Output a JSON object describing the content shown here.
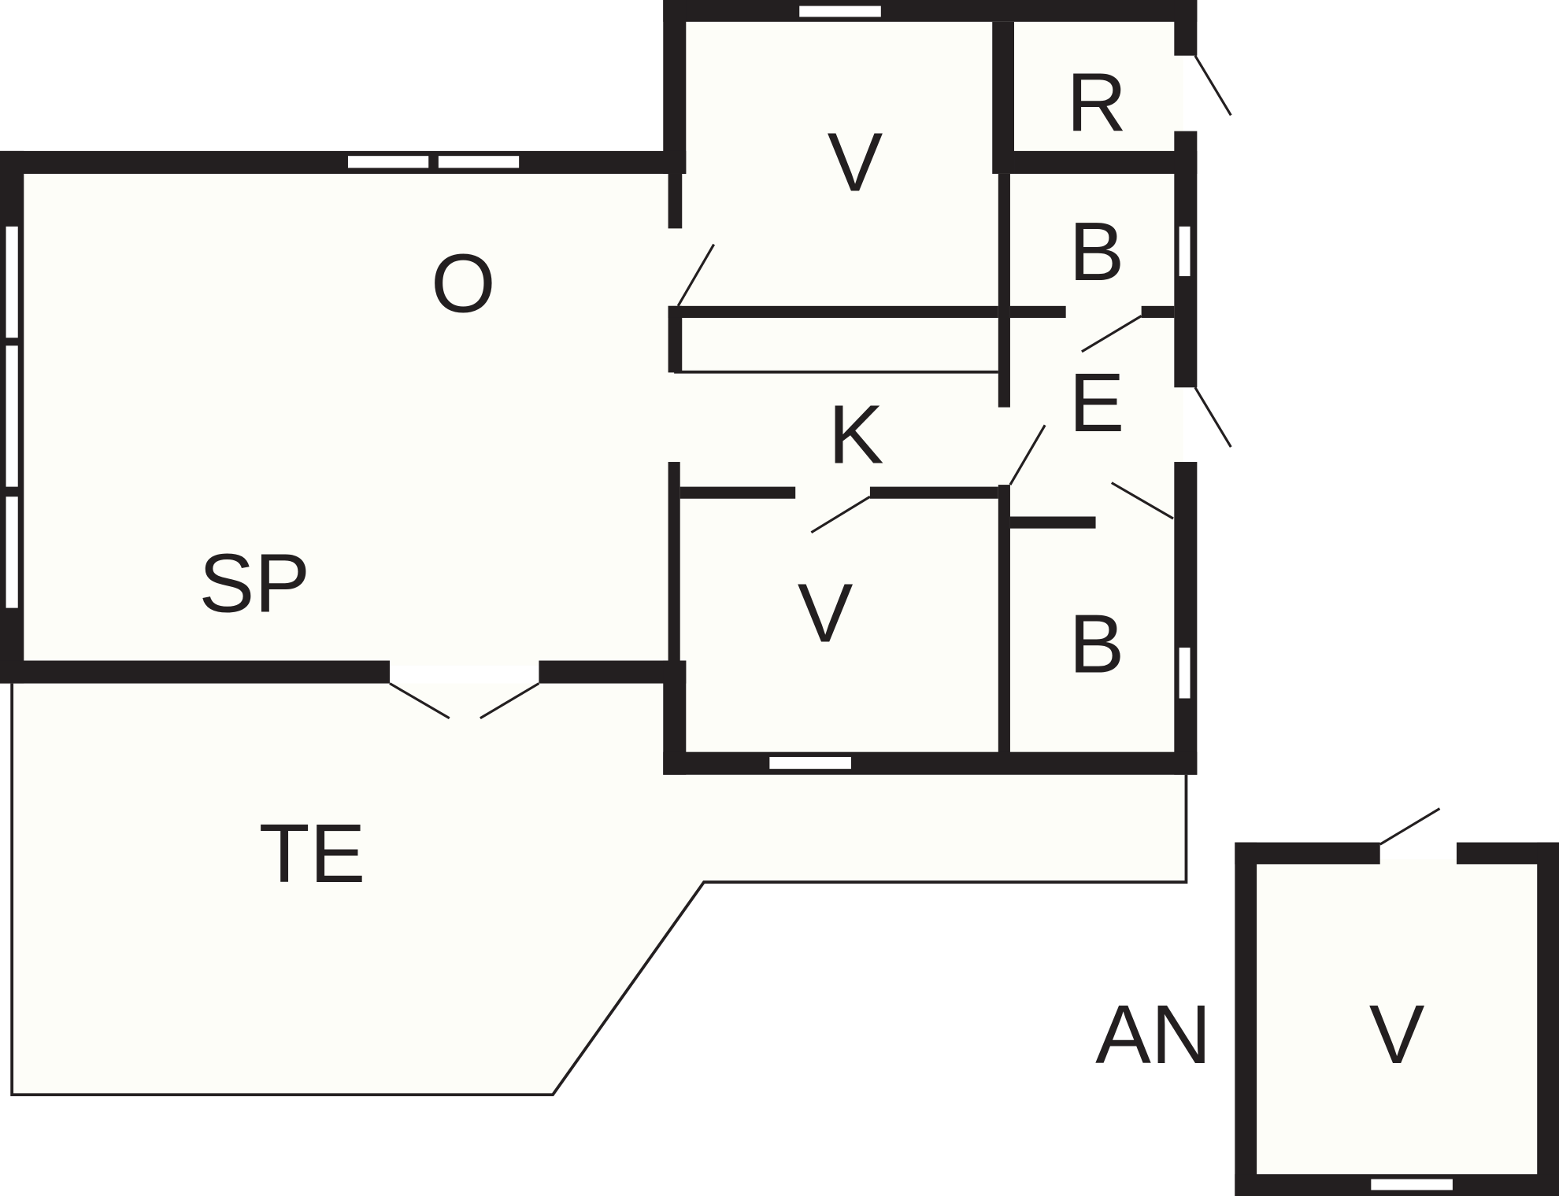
{
  "rooms": {
    "upper_v": "V",
    "r": "R",
    "b_upper": "B",
    "o": "O",
    "e": "E",
    "k": "K",
    "sp": "SP",
    "lower_v": "V",
    "b_lower": "B",
    "te": "TE",
    "an": "AN",
    "annex_v": "V"
  }
}
